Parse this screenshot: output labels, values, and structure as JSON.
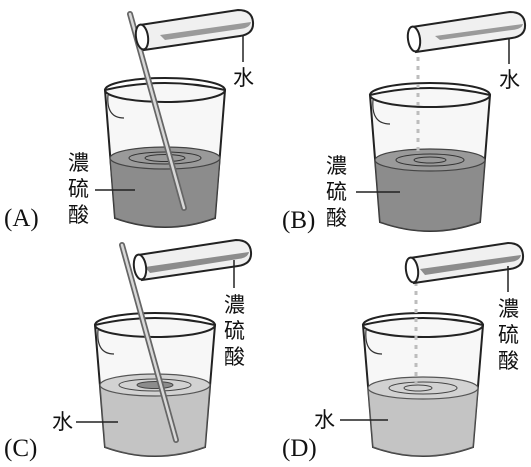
{
  "panels": [
    {
      "id": "A",
      "tag": "(A)",
      "beaker_label": [
        "濃",
        "硫",
        "酸"
      ],
      "tube_label": [
        "水"
      ],
      "method": "stir-rod"
    },
    {
      "id": "B",
      "tag": "(B)",
      "beaker_label": [
        "濃",
        "硫",
        "酸"
      ],
      "tube_label": [
        "水"
      ],
      "method": "drip"
    },
    {
      "id": "C",
      "tag": "(C)",
      "beaker_label": [
        "水"
      ],
      "tube_label": [
        "濃",
        "硫",
        "酸"
      ],
      "method": "stir-rod"
    },
    {
      "id": "D",
      "tag": "(D)",
      "beaker_label": [
        "水"
      ],
      "tube_label": [
        "濃",
        "硫",
        "酸"
      ],
      "method": "drip"
    }
  ],
  "colors": {
    "outline": "#222222",
    "acid_liquid": "#8c8c8c",
    "acid_liquid_dark": "#7a7a7a",
    "water_liquid": "#c4c4c4",
    "glass_highlight": "#e8e8e8",
    "tube_liquid": "#9a9a9a"
  }
}
